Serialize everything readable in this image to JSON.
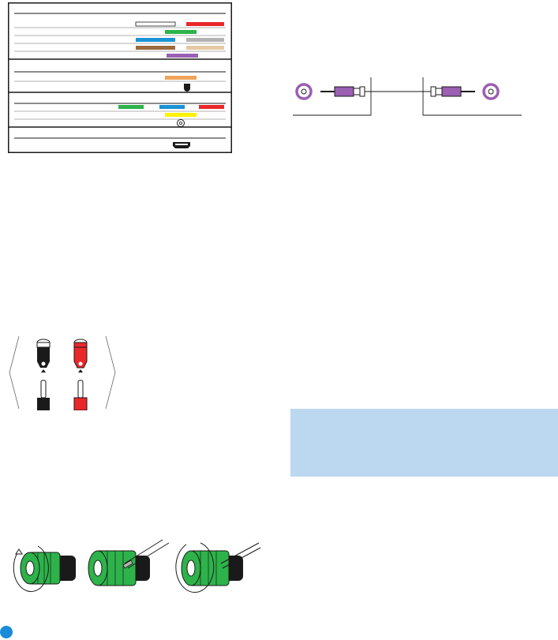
{
  "colors": {
    "red": "#e8282b",
    "green": "#2db34a",
    "blue": "#1b93d5",
    "gray": "#b3b3b3",
    "brown": "#9c6b3d",
    "tan": "#e6c9a3",
    "purple": "#9b5fb3",
    "orange": "#f1a35a",
    "yellow": "#fff200",
    "white": "#ffffff",
    "black": "#1a1a1a",
    "note_blue": "#bcd8f1",
    "accent_blue": "#1a8bd6"
  },
  "color_table": {
    "sections": [
      {
        "name": "speaker-outputs",
        "rows": 5
      },
      {
        "name": "subwoofer-digital",
        "rows": 2
      },
      {
        "name": "video-composite",
        "rows": 2
      },
      {
        "name": "hdmi",
        "rows": 1
      }
    ]
  },
  "icons": {
    "cable": "rca-cable-icon",
    "banana": "banana-plug-icon",
    "binding_post": "binding-post-icon",
    "hdmi": "hdmi-port-icon",
    "optical": "optical-port-icon",
    "rca": "rca-jack-icon"
  }
}
